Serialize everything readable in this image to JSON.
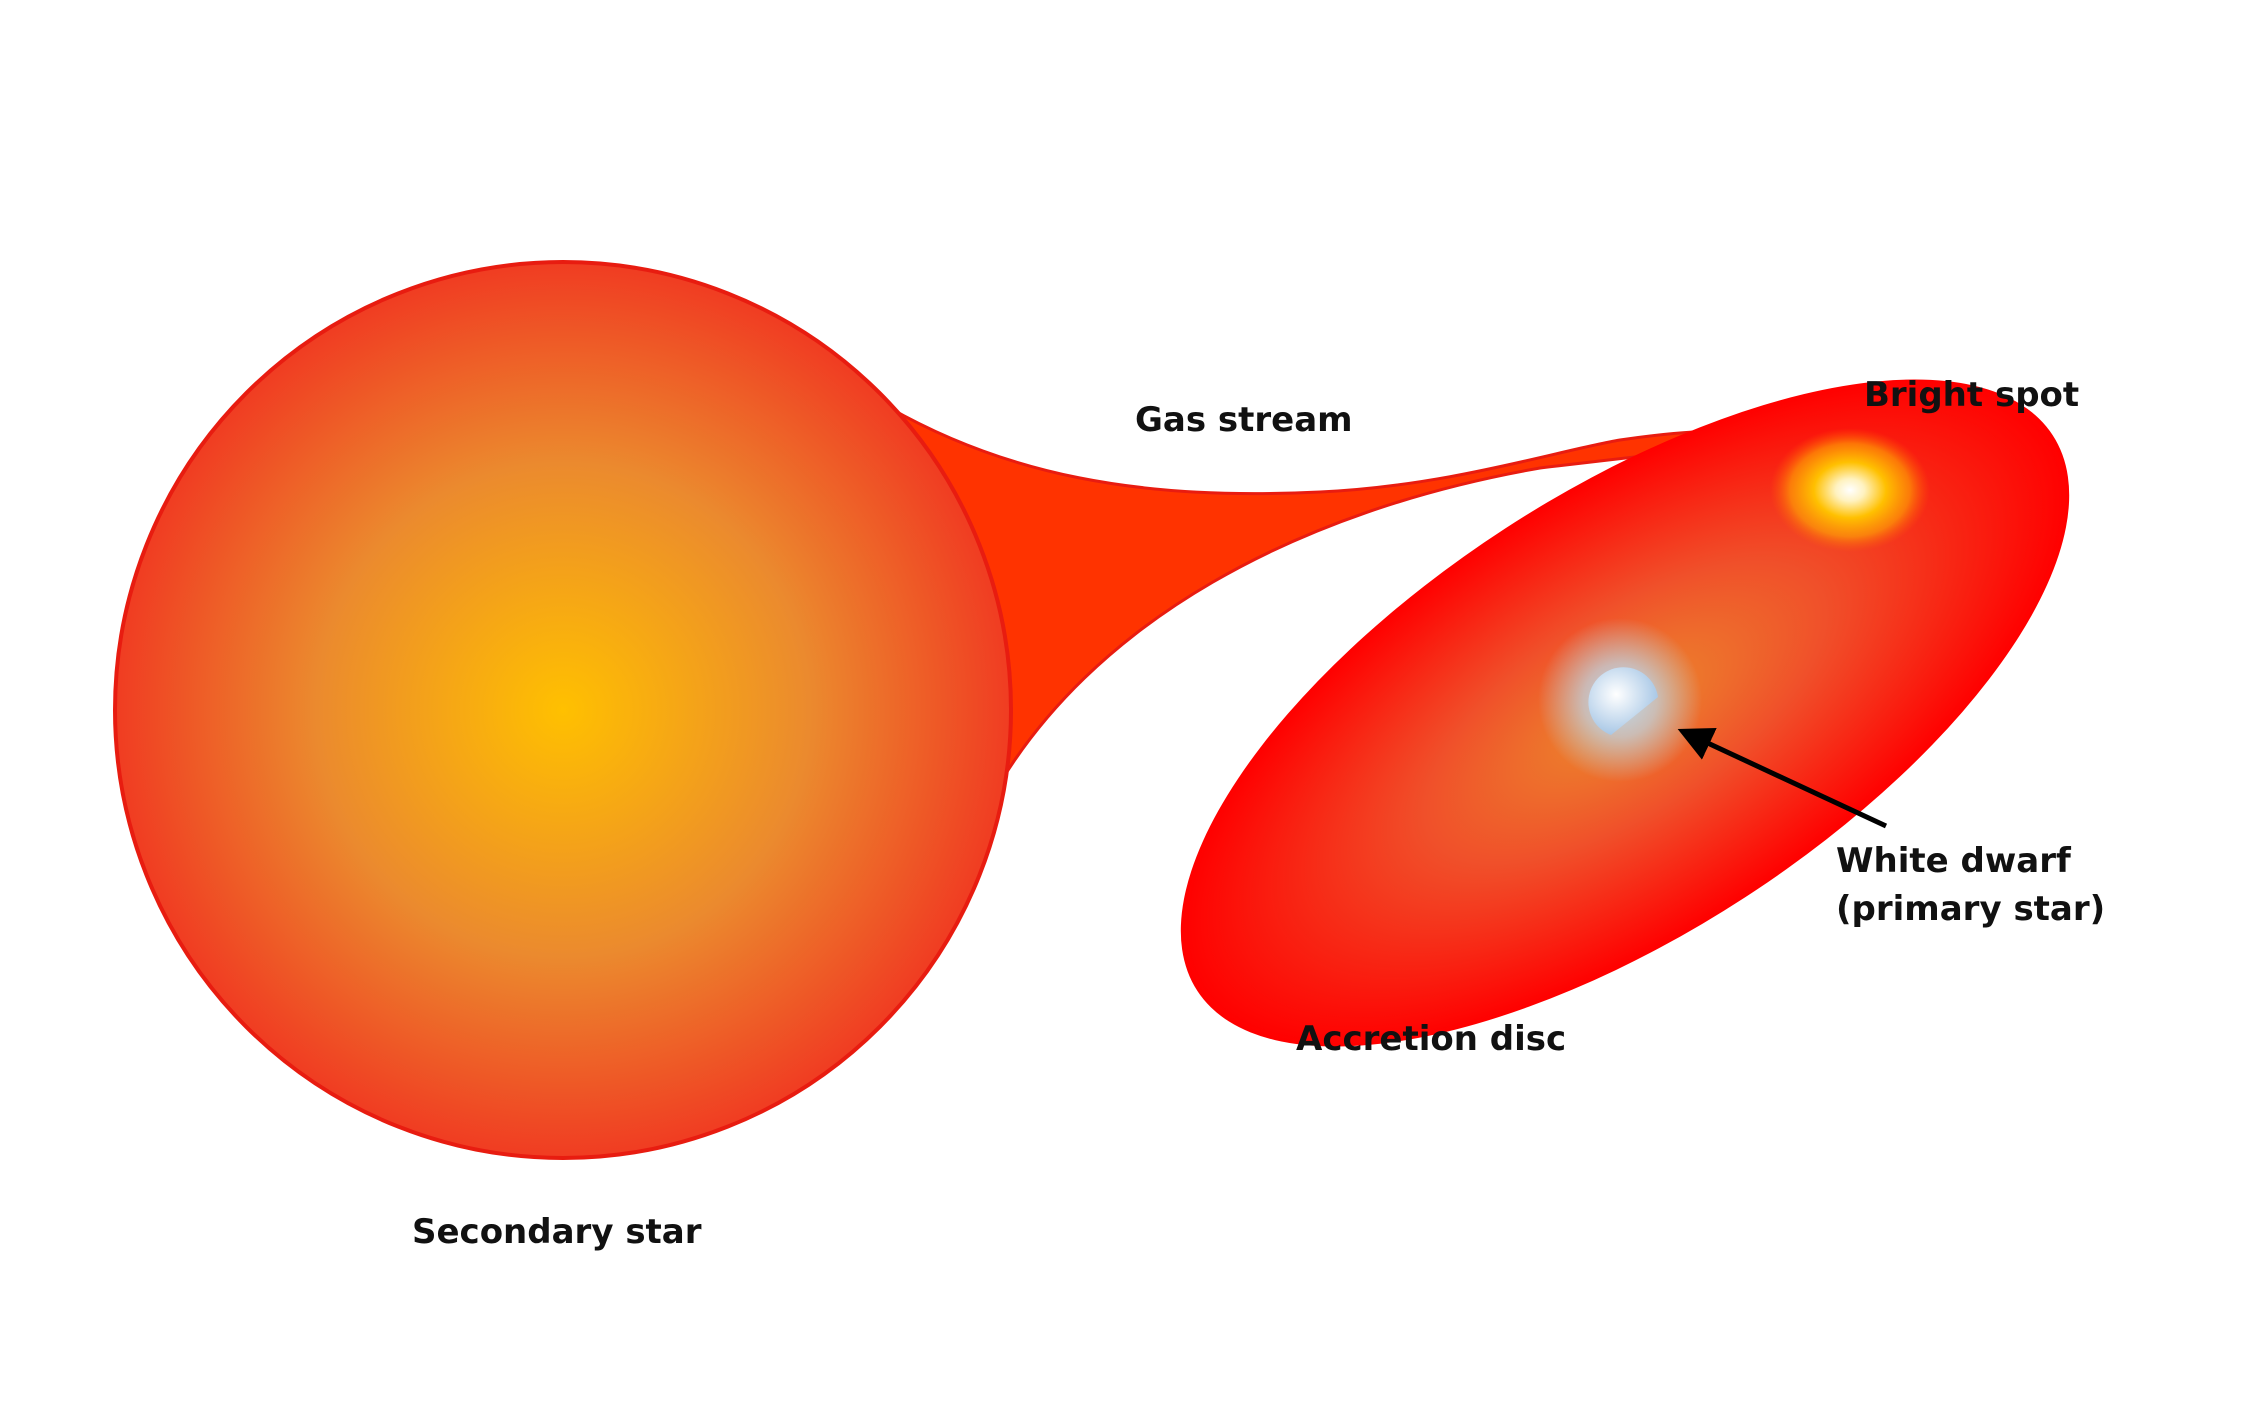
{
  "labels": {
    "gas_stream": "Gas stream",
    "bright_spot": "Bright spot",
    "white_dwarf_line1": "White dwarf",
    "white_dwarf_line2": "(primary star)",
    "accretion_disc": "Accretion disc",
    "secondary_star": "Secondary star"
  },
  "colors": {
    "star_center": "#FFC000",
    "star_mid": "#EB8A2E",
    "star_edge": "#F03C22",
    "star_outline": "#E81C10",
    "stream": "#FF3300",
    "disc_center": "#EB8A2E",
    "disc_edge": "#FF0000",
    "bright_spot": "#FFC000",
    "white_dwarf": "#BDD7EE",
    "arrow": "#000000"
  }
}
